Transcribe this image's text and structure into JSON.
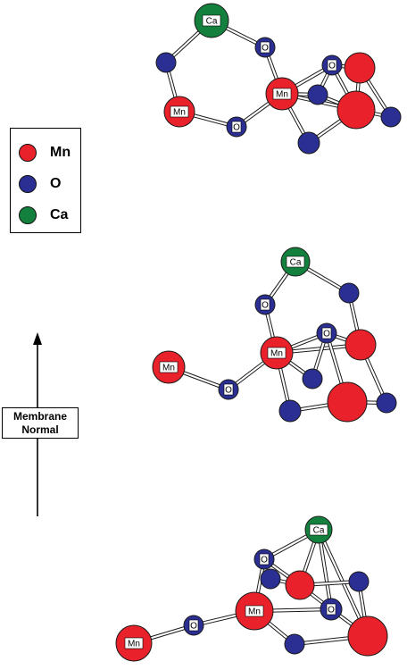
{
  "legend": {
    "items": [
      {
        "label": "Mn",
        "color": "#e8212b"
      },
      {
        "label": "O",
        "color": "#2b2f93"
      },
      {
        "label": "Ca",
        "color": "#13813d"
      }
    ]
  },
  "axis": {
    "line1": "Membrane",
    "line2": "Normal"
  },
  "atom_labels": {
    "mn": "Mn",
    "o": "O",
    "ca": "Ca"
  },
  "colors": {
    "mn": "#e8212b",
    "o": "#2b2f93",
    "ca": "#13813d",
    "bond": "#ffffff",
    "outline": "#1a1a1a"
  }
}
